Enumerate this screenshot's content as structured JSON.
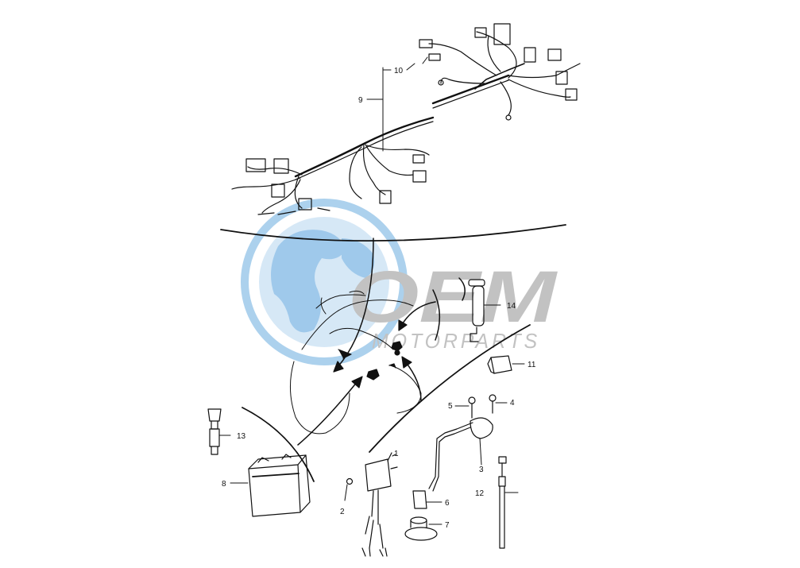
{
  "watermark": {
    "brand": "OEM",
    "sub": "MOTORPARTS",
    "globe_color": "#9ec9ea",
    "text_color": "#b8b8b8"
  },
  "callouts": {
    "c1": "1",
    "c2": "2",
    "c3": "3",
    "c4": "4",
    "c5": "5",
    "c6": "6",
    "c7": "7",
    "c8": "8",
    "c9": "9",
    "c10": "10",
    "c11": "11",
    "c12": "12",
    "c13": "13",
    "c14": "14"
  },
  "colors": {
    "line": "#111111"
  }
}
